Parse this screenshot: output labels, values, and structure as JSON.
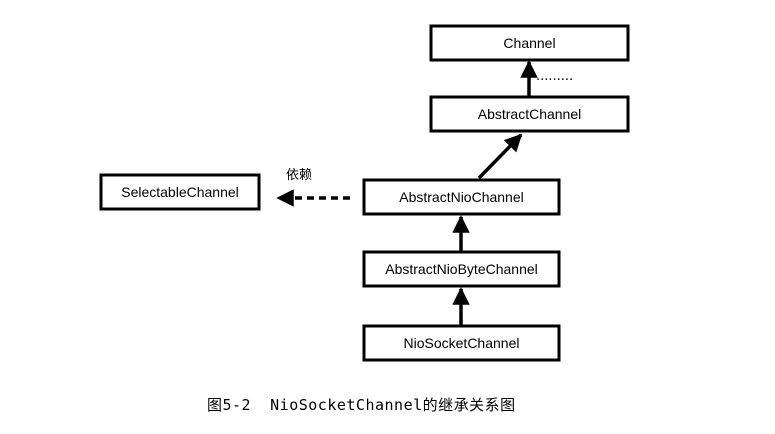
{
  "nodes": {
    "channel": "Channel",
    "abstract_channel": "AbstractChannel",
    "abstract_nio_channel": "AbstractNioChannel",
    "abstract_nio_byte_channel": "AbstractNioByteChannel",
    "nio_socket_channel": "NioSocketChannel",
    "selectable_channel": "SelectableChannel"
  },
  "edges": {
    "ellipsis": ".........",
    "dependency_label": "依赖"
  },
  "caption": "图5-2  NioSocketChannel的继承关系图"
}
